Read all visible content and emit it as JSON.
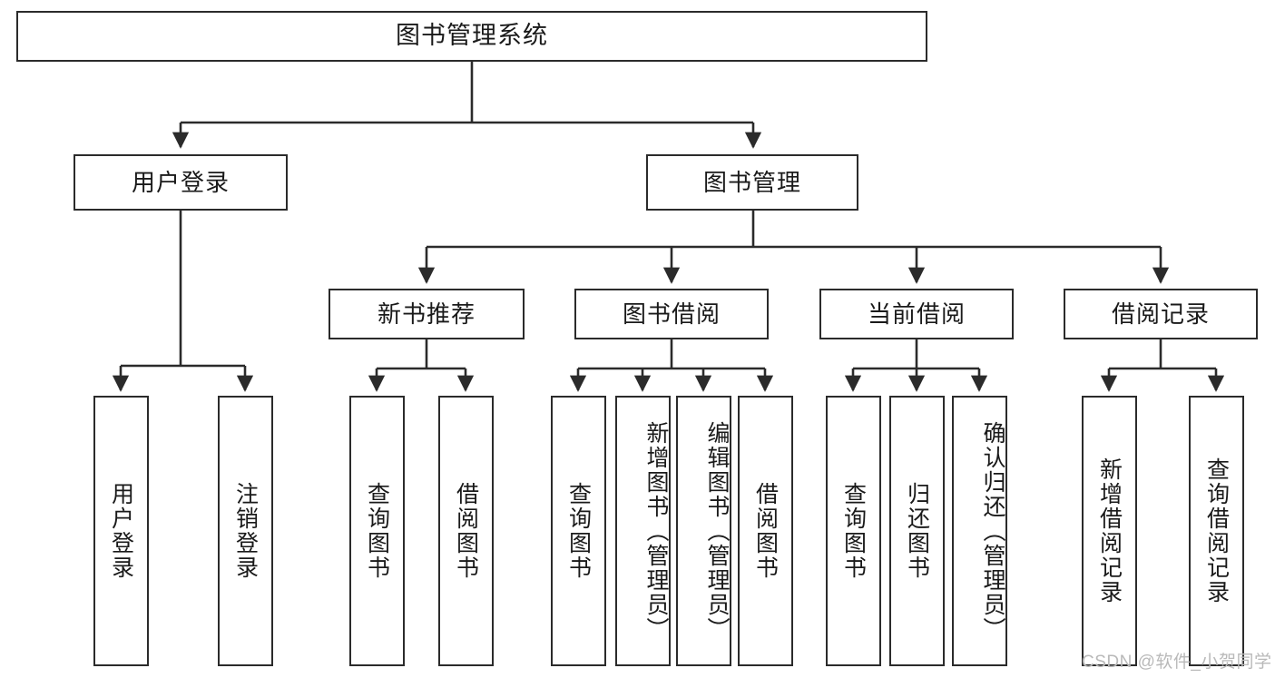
{
  "diagram": {
    "title": "图书管理系统",
    "type": "tree-hierarchy",
    "watermark": "CSDN @软件_小贺同学",
    "colors": {
      "box_border": "#2b2b2b",
      "box_fill": "#ffffff",
      "edge": "#2b2b2b",
      "text": "#1a1a1a",
      "watermark": "#b9b9b9",
      "background": "#ffffff"
    },
    "nodes": {
      "root": {
        "label": "图书管理系统"
      },
      "level2": [
        {
          "id": "user-login",
          "label": "用户登录"
        },
        {
          "id": "book-management",
          "label": "图书管理"
        }
      ],
      "level3": [
        {
          "id": "new-book-recommend",
          "label": "新书推荐"
        },
        {
          "id": "book-borrow",
          "label": "图书借阅"
        },
        {
          "id": "current-borrow",
          "label": "当前借阅"
        },
        {
          "id": "borrow-record",
          "label": "借阅记录"
        }
      ],
      "leaves": {
        "user_login": [
          {
            "id": "leaf-user-login",
            "label": "用户登录"
          },
          {
            "id": "leaf-logout",
            "label": "注销登录"
          }
        ],
        "new_book_recommend": [
          {
            "id": "leaf-query-book-1",
            "label": "查询图书"
          },
          {
            "id": "leaf-borrow-book-1",
            "label": "借阅图书"
          }
        ],
        "book_borrow": [
          {
            "id": "leaf-query-book-2",
            "label": "查询图书"
          },
          {
            "id": "leaf-add-book",
            "label": "新增图书（管理员）"
          },
          {
            "id": "leaf-edit-book",
            "label": "编辑图书（管理员）"
          },
          {
            "id": "leaf-borrow-book-2",
            "label": "借阅图书"
          }
        ],
        "current_borrow": [
          {
            "id": "leaf-query-book-3",
            "label": "查询图书"
          },
          {
            "id": "leaf-return-book",
            "label": "归还图书"
          },
          {
            "id": "leaf-confirm-return",
            "label": "确认归还（管理员）"
          }
        ],
        "borrow_record": [
          {
            "id": "leaf-add-record",
            "label": "新增借阅记录"
          },
          {
            "id": "leaf-query-record",
            "label": "查询借阅记录"
          }
        ]
      }
    }
  }
}
